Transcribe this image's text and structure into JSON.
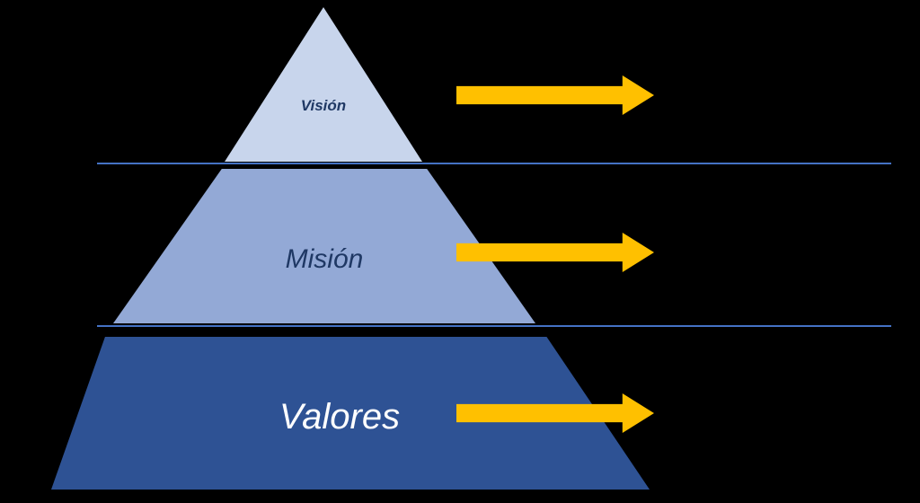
{
  "diagram": {
    "type": "pyramid",
    "background_color": "#000000",
    "divider_color": "#4472C4",
    "arrow_color": "#FFC000",
    "icons": {
      "arrow": "right-arrow"
    },
    "levels": [
      {
        "label": "Visión",
        "fill": "#C8D5EC",
        "text_color": "#1F3864"
      },
      {
        "label": "Misión",
        "fill": "#93A9D6",
        "text_color": "#1F3864"
      },
      {
        "label": "Valores",
        "fill": "#2E5294",
        "text_color": "#FFFFFF"
      }
    ]
  }
}
